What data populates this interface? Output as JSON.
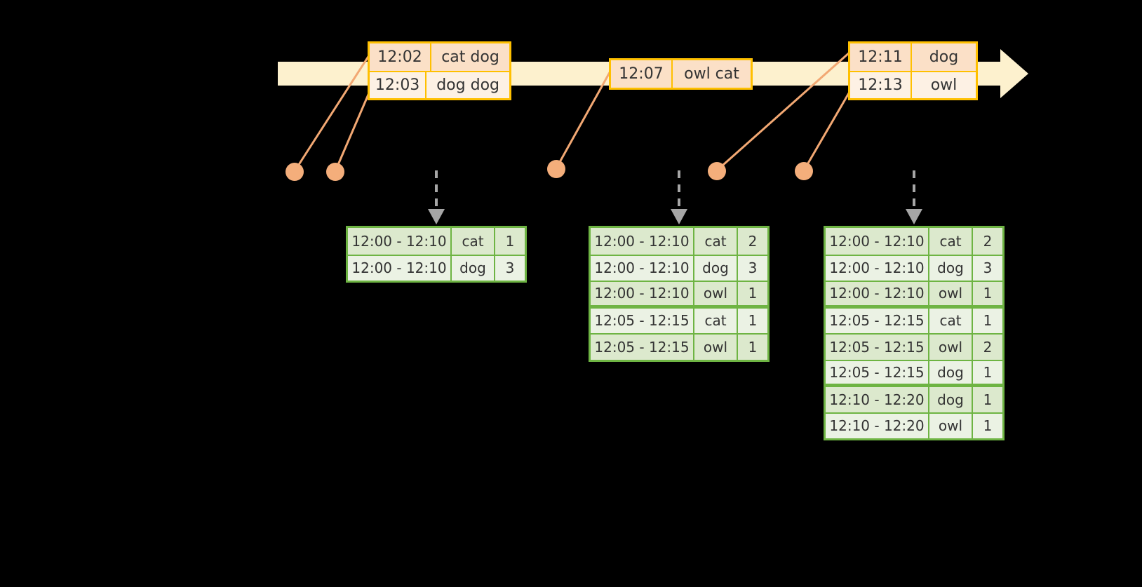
{
  "diagram": {
    "title": "sliding-window-word-count-timeline",
    "colors": {
      "background": "#000000",
      "timeline_bar": "#FDF1CE",
      "event_border": "#FFC000",
      "event_fill_dark": "#FBE0C7",
      "event_fill_light": "#FDF1E4",
      "connector": "#F2A873",
      "dot": "#F4AE7B",
      "table_border": "#6EB443",
      "table_fill_dark": "#DCE9CD",
      "table_fill_light": "#EBF2E4",
      "arrow": "#A6A6A6"
    }
  },
  "timeline": {
    "arrow_name": "time-axis-arrow",
    "events": [
      {
        "id": "event-group-1",
        "rows": [
          {
            "time": "12:02",
            "words": "cat dog"
          },
          {
            "time": "12:03",
            "words": "dog dog"
          }
        ]
      },
      {
        "id": "event-group-2",
        "rows": [
          {
            "time": "12:07",
            "words": "owl cat"
          }
        ]
      },
      {
        "id": "event-group-3",
        "rows": [
          {
            "time": "12:11",
            "words": "dog"
          },
          {
            "time": "12:13",
            "words": "owl"
          }
        ]
      }
    ]
  },
  "results": [
    {
      "id": "result-table-1",
      "rows": [
        {
          "window": "12:00 - 12:10",
          "word": "cat",
          "count": "1"
        },
        {
          "window": "12:00 - 12:10",
          "word": "dog",
          "count": "3"
        }
      ]
    },
    {
      "id": "result-table-2",
      "rows": [
        {
          "window": "12:00 - 12:10",
          "word": "cat",
          "count": "2"
        },
        {
          "window": "12:00 - 12:10",
          "word": "dog",
          "count": "3"
        },
        {
          "window": "12:00 - 12:10",
          "word": "owl",
          "count": "1"
        },
        {
          "window": "12:05 - 12:15",
          "word": "cat",
          "count": "1"
        },
        {
          "window": "12:05 - 12:15",
          "word": "owl",
          "count": "1"
        }
      ]
    },
    {
      "id": "result-table-3",
      "rows": [
        {
          "window": "12:00 - 12:10",
          "word": "cat",
          "count": "2"
        },
        {
          "window": "12:00 - 12:10",
          "word": "dog",
          "count": "3"
        },
        {
          "window": "12:00 - 12:10",
          "word": "owl",
          "count": "1"
        },
        {
          "window": "12:05 - 12:15",
          "word": "cat",
          "count": "1"
        },
        {
          "window": "12:05 - 12:15",
          "word": "owl",
          "count": "2"
        },
        {
          "window": "12:05 - 12:15",
          "word": "dog",
          "count": "1"
        },
        {
          "window": "12:10 - 12:20",
          "word": "dog",
          "count": "1"
        },
        {
          "window": "12:10 - 12:20",
          "word": "owl",
          "count": "1"
        }
      ]
    }
  ]
}
